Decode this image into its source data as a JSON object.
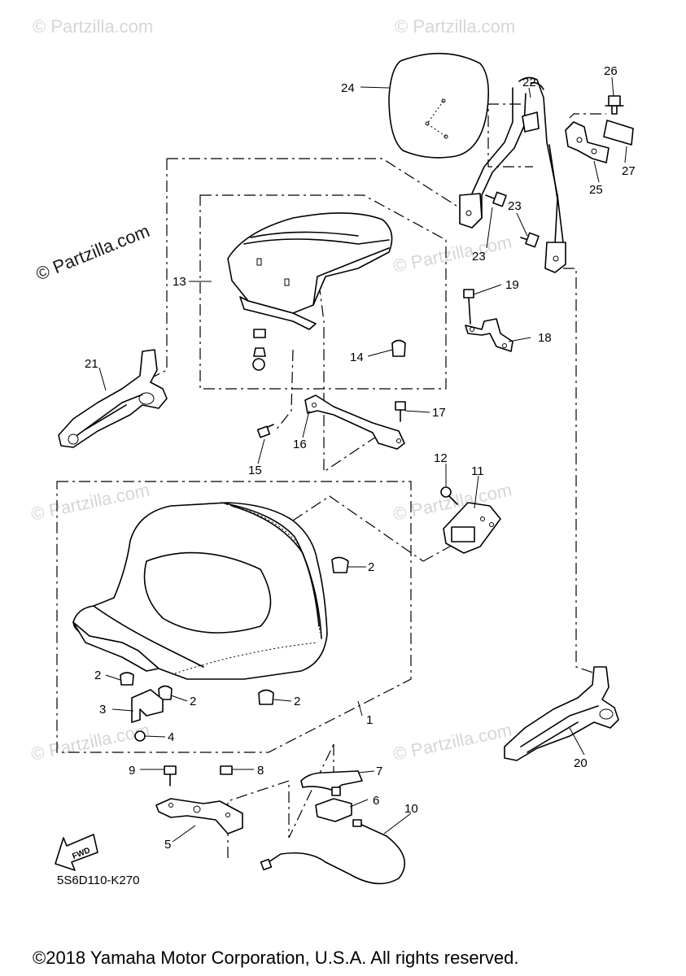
{
  "watermarks": {
    "main": "© Partzilla.com",
    "faint": "© Partzilla.com"
  },
  "diagram_code": "5S6D110-K270",
  "fwd_label": "FWD",
  "copyright": "©2018 Yamaha Motor Corporation, U.S.A. All rights reserved.",
  "callouts": {
    "c1": "1",
    "c2a": "2",
    "c2b": "2",
    "c2c": "2",
    "c2d": "2",
    "c3": "3",
    "c4": "4",
    "c5": "5",
    "c6": "6",
    "c7": "7",
    "c8": "8",
    "c9": "9",
    "c10": "10",
    "c11": "11",
    "c12": "12",
    "c13": "13",
    "c14": "14",
    "c15": "15",
    "c16": "16",
    "c17": "17",
    "c18": "18",
    "c19": "19",
    "c20": "20",
    "c21": "21",
    "c22": "22",
    "c23a": "23",
    "c23b": "23",
    "c24": "24",
    "c25": "25",
    "c26": "26",
    "c27": "27"
  }
}
